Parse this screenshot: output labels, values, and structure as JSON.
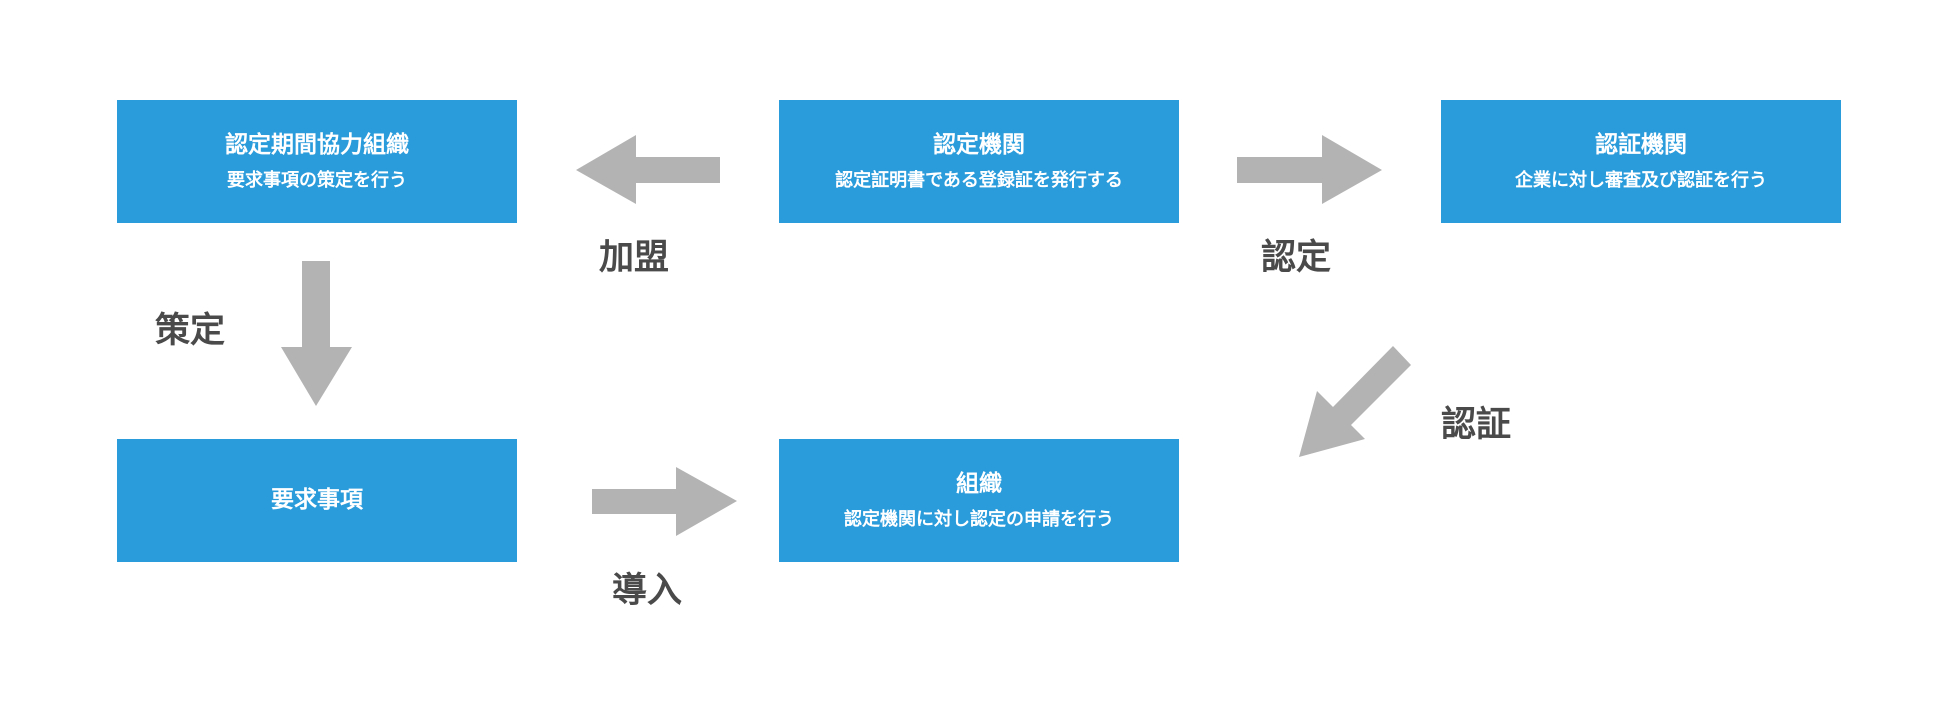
{
  "nodes": {
    "cooperating_org": {
      "title": "認定期間協力組織",
      "subtitle": "要求事項の策定を行う"
    },
    "accreditation_body": {
      "title": "認定機関",
      "subtitle": "認定証明書である登録証を発行する"
    },
    "certification_body": {
      "title": "認証機関",
      "subtitle": "企業に対し審査及び認証を行う"
    },
    "requirements": {
      "title": "要求事項"
    },
    "organization": {
      "title": "組織",
      "subtitle": "認定機関に対し認定の申請を行う"
    }
  },
  "edges": {
    "membership": "加盟",
    "accreditation": "認定",
    "formulation": "策定",
    "certification": "認証",
    "adoption": "導入"
  },
  "colors": {
    "box_fill": "#2a9bdb",
    "arrow_fill": "#b3b3b3",
    "label_text": "#4a4a4a"
  }
}
